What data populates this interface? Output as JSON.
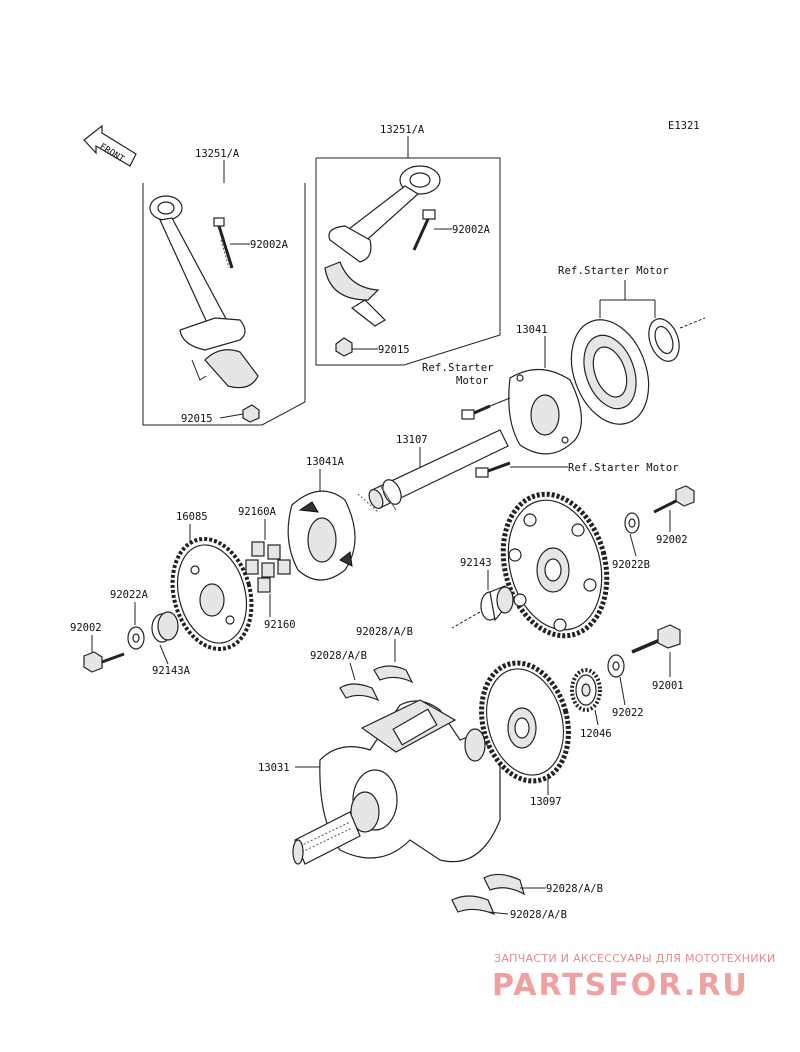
{
  "diagram_code": "E1321",
  "front_label": "FRONT",
  "labels": {
    "conrod_left": "13251/A",
    "conrod_right": "13251/A",
    "bolt_left": "92002A",
    "bolt_right": "92002A",
    "nut_left": "92015",
    "nut_right": "92015",
    "ref_starter_top": "Ref.Starter Motor",
    "clutch_13041": "13041",
    "ref_starter_mid_1": "Ref.Starter",
    "ref_starter_mid_2": "Motor",
    "shaft_13107": "13107",
    "ref_starter_low": "Ref.Starter Motor",
    "hub_13041A": "13041A",
    "gear_16085": "16085",
    "damper_92160A": "92160A",
    "damper_92160": "92160",
    "washer_92022A": "92022A",
    "bolt_92002_left": "92002",
    "bush_92143A": "92143A",
    "bearing_92143": "92143",
    "bolt_92002_right": "92002",
    "washer_92022B": "92022B",
    "bearing_upper_1": "92028/A/B",
    "bearing_upper_2": "92028/A/B",
    "crankshaft_13031": "13031",
    "gear_13097": "13097",
    "gear_12046": "12046",
    "washer_92022": "92022",
    "bolt_92001": "92001",
    "bearing_lower_1": "92028/A/B",
    "bearing_lower_2": "92028/A/B"
  },
  "watermark": {
    "tagline": "ЗАПЧАСТИ И АКСЕССУАРЫ ДЛЯ МОТОТЕХНИКИ",
    "brand": "PARTSFOR.RU"
  },
  "colors": {
    "line": "#222222",
    "watermark": "#f0a0a0"
  }
}
